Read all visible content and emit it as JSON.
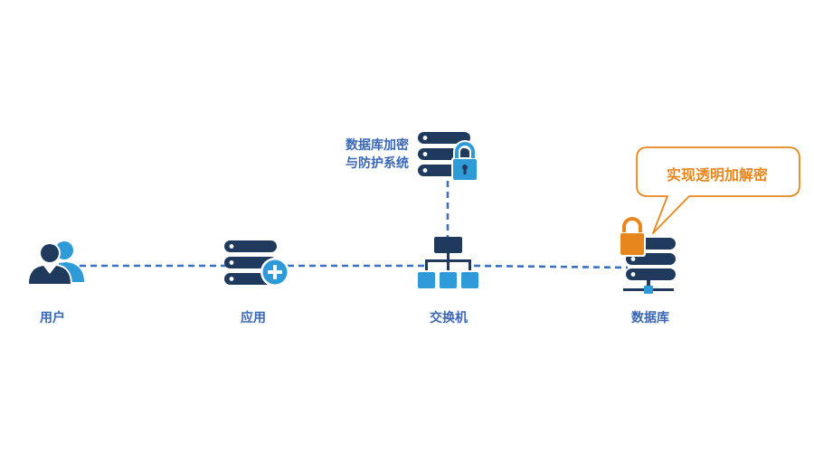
{
  "nodes": {
    "user": "用户",
    "app": "应用",
    "switch": "交换机",
    "database": "数据库"
  },
  "encryption_system": {
    "line1": "数据库加密",
    "line2": "与防护系统"
  },
  "callout": "实现透明加解密",
  "colors": {
    "navy": "#1f3a5c",
    "blue": "#2f9ad8",
    "label_blue": "#3a67b5",
    "link_blue": "#3b6fc0",
    "orange": "#e8861e",
    "white": "#ffffff"
  },
  "icons": {
    "user": "user-group-icon",
    "app": "server-add-icon",
    "switch": "network-switch-icon",
    "encryption_system": "server-lock-icon",
    "database": "database-server-lock-icon"
  }
}
